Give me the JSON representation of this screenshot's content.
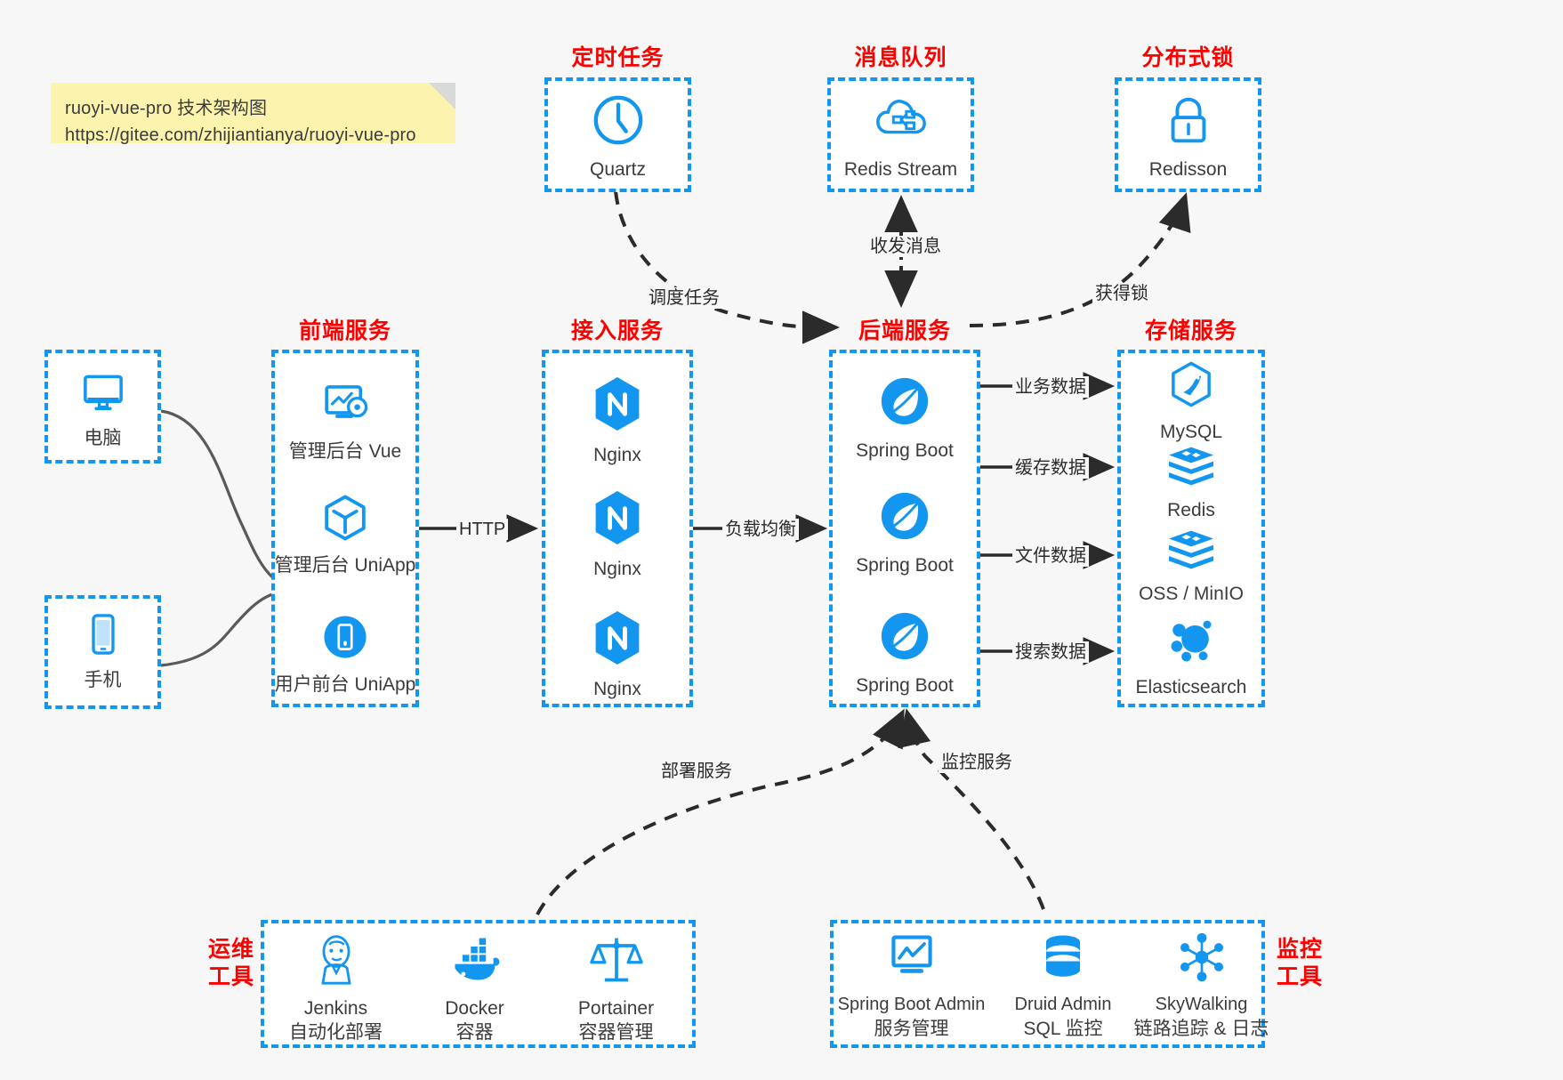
{
  "note": {
    "line1": "ruoyi-vue-pro 技术架构图",
    "line2": "https://gitee.com/zhijiantianya/ruoyi-vue-pro"
  },
  "colors": {
    "accent": "#1296f0",
    "title": "#ff0000",
    "note_bg": "#fbf3ae",
    "canvas_bg": "#f7f7f7",
    "text": "#3c3c3c",
    "wire": "#2b2b2b",
    "client_wire": "#5a5a5a"
  },
  "groups": {
    "scheduler": {
      "title": "定时任务",
      "nodes": [
        {
          "label": "Quartz",
          "icon": "clock-icon"
        }
      ]
    },
    "mq": {
      "title": "消息队列",
      "nodes": [
        {
          "label": "Redis Stream",
          "icon": "cloud-stream-icon"
        }
      ]
    },
    "lock": {
      "title": "分布式锁",
      "nodes": [
        {
          "label": "Redisson",
          "icon": "lock-icon"
        }
      ]
    },
    "clients": {
      "nodes": [
        {
          "label": "电脑",
          "icon": "desktop-icon"
        },
        {
          "label": "手机",
          "icon": "phone-icon"
        }
      ]
    },
    "frontend": {
      "title": "前端服务",
      "nodes": [
        {
          "label": "管理后台 Vue",
          "icon": "dashboard-screen-icon"
        },
        {
          "label": "管理后台 UniApp",
          "icon": "cube-icon"
        },
        {
          "label": "用户前台 UniApp",
          "icon": "mobile-app-icon"
        }
      ]
    },
    "gateway": {
      "title": "接入服务",
      "nodes": [
        {
          "label": "Nginx",
          "icon": "nginx-icon"
        },
        {
          "label": "Nginx",
          "icon": "nginx-icon"
        },
        {
          "label": "Nginx",
          "icon": "nginx-icon"
        }
      ]
    },
    "backend": {
      "title": "后端服务",
      "nodes": [
        {
          "label": "Spring Boot",
          "icon": "spring-boot-icon"
        },
        {
          "label": "Spring Boot",
          "icon": "spring-boot-icon"
        },
        {
          "label": "Spring Boot",
          "icon": "spring-boot-icon"
        }
      ]
    },
    "storage": {
      "title": "存储服务",
      "nodes": [
        {
          "label": "MySQL",
          "icon": "mysql-icon"
        },
        {
          "label": "Redis",
          "icon": "redis-icon"
        },
        {
          "label": "OSS / MinIO",
          "icon": "redis-icon"
        },
        {
          "label": "Elasticsearch",
          "icon": "elasticsearch-icon"
        }
      ]
    },
    "devops": {
      "title": "运维\n工具",
      "title_line1": "运维",
      "title_line2": "工具",
      "nodes": [
        {
          "label": "Jenkins",
          "sub": "自动化部署",
          "icon": "jenkins-icon"
        },
        {
          "label": "Docker",
          "sub": "容器",
          "icon": "docker-icon"
        },
        {
          "label": "Portainer",
          "sub": "容器管理",
          "icon": "scales-icon"
        }
      ]
    },
    "monitor": {
      "title_line1": "监控",
      "title_line2": "工具",
      "nodes": [
        {
          "label": "Spring Boot Admin",
          "sub": "服务管理",
          "icon": "monitor-chart-icon"
        },
        {
          "label": "Druid Admin",
          "sub": "SQL 监控",
          "icon": "database-icon"
        },
        {
          "label": "SkyWalking",
          "sub": "链路追踪 & 日志",
          "icon": "skywalking-icon"
        }
      ]
    }
  },
  "edges": [
    {
      "name": "edge-frontend-to-gateway",
      "label": "HTTP"
    },
    {
      "name": "edge-gateway-to-backend",
      "label": "负载均衡"
    },
    {
      "name": "edge-backend-to-mysql",
      "label": "业务数据"
    },
    {
      "name": "edge-backend-to-redis",
      "label": "缓存数据"
    },
    {
      "name": "edge-backend-to-oss",
      "label": "文件数据"
    },
    {
      "name": "edge-backend-to-es",
      "label": "搜索数据"
    },
    {
      "name": "edge-quartz-to-backend",
      "label": "调度任务"
    },
    {
      "name": "edge-backend-to-mq",
      "label": "收发消息"
    },
    {
      "name": "edge-backend-to-lock",
      "label": "获得锁"
    },
    {
      "name": "edge-devops-to-backend",
      "label": "部署服务"
    },
    {
      "name": "edge-monitor-to-backend",
      "label": "监控服务"
    }
  ]
}
